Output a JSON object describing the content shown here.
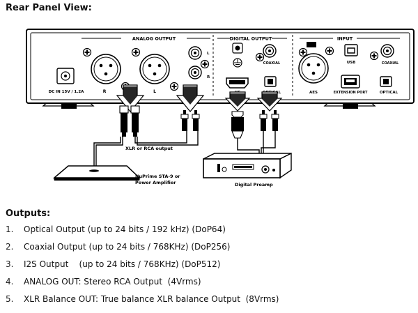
{
  "title": "Rear Panel View:",
  "panel": {
    "sections": {
      "analog": "ANALOG OUTPUT",
      "digital": "DIGITAL OUTPUT",
      "input": "INPUT"
    },
    "labels": {
      "dc_in": "DC IN 15V / 1.2A",
      "xlr_r": "R",
      "xlr_l": "L",
      "rca_l": "L",
      "rca_r": "R",
      "coaxial_out": "COAXIAL",
      "i2s": "I²S",
      "optical_out": "OPTICAL",
      "aes": "AES",
      "usb": "USB",
      "coaxial_in": "COAXIAL",
      "extension": "EXTENSION PORT",
      "optical_in": "OPTICAL"
    }
  },
  "callouts": {
    "cable": "XLR or RCA output",
    "amp_line1": "NuPrime STA-9 or",
    "amp_line2": "Power Amplifier",
    "preamp": "Digital Preamp"
  },
  "outputs_heading": "Outputs:",
  "outputs": [
    {
      "num": "1.",
      "text": "Optical Output (up to 24 bits / 192 kHz) (DoP64)"
    },
    {
      "num": "2.",
      "text": "Coaxial Output (up to 24 bits / 768KHz) (DoP256)"
    },
    {
      "num": "3.",
      "text": "I2S Output    (up to 24 bits / 768KHz) (DoP512)"
    },
    {
      "num": "4.",
      "text": "ANALOG OUT: Stereo RCA Output  (4Vrms)"
    },
    {
      "num": "5.",
      "text": "XLR Balance OUT: True balance XLR balance Output  (8Vrms)"
    }
  ]
}
